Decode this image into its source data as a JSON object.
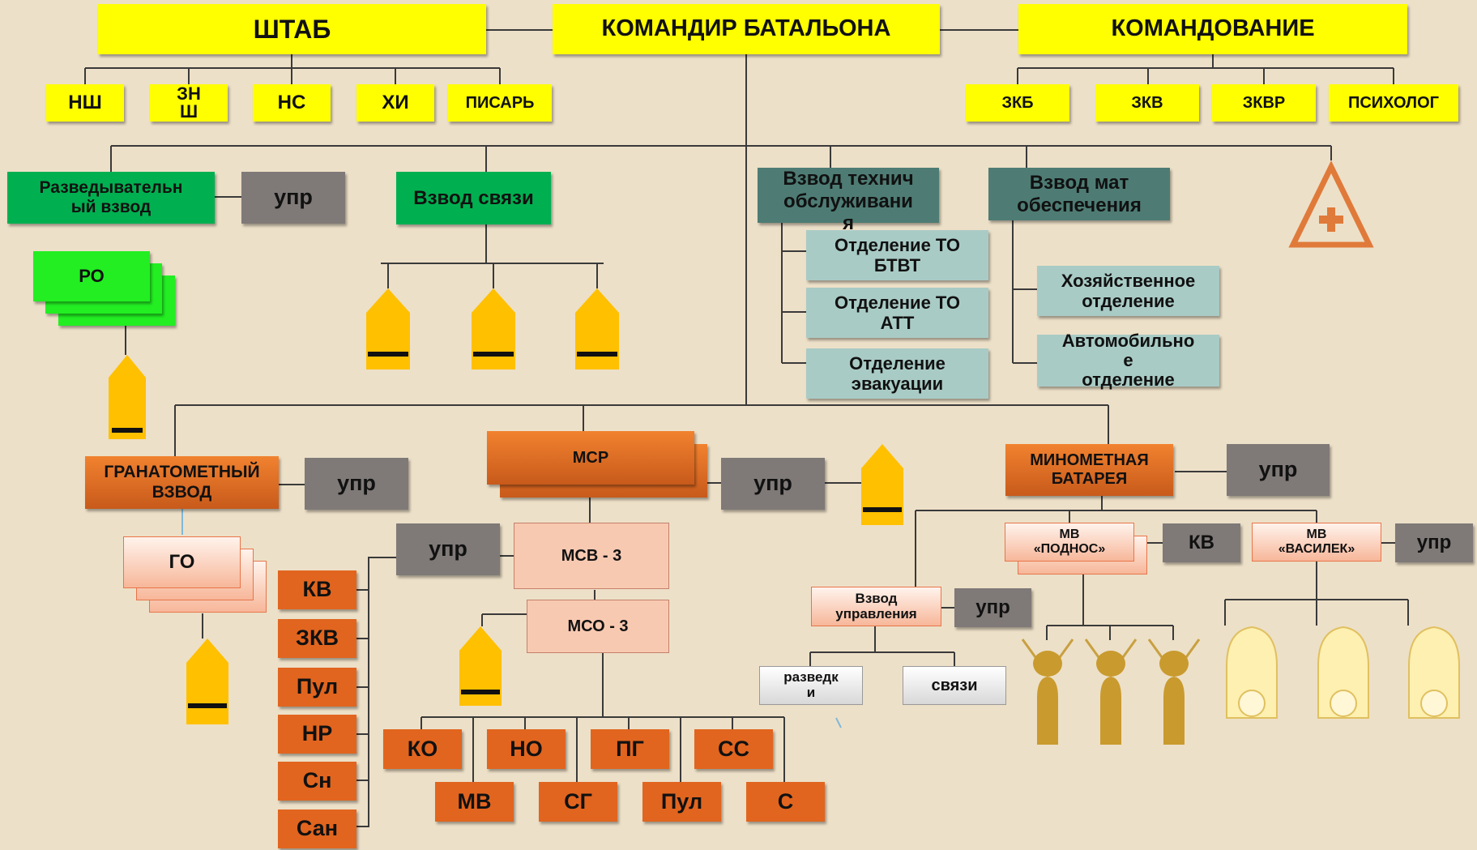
{
  "top": {
    "hq": "ШТАБ",
    "commander": "КОМАНДИР БАТАЛЬОНА",
    "command": "КОМАНДОВАНИЕ"
  },
  "hq_staff": [
    "НШ",
    "ЗН\nШ",
    "НС",
    "ХИ",
    "ПИСАРЬ"
  ],
  "command_staff": [
    "ЗКБ",
    "ЗКВ",
    "ЗКВР",
    "ПСИХОЛОГ"
  ],
  "recon": {
    "name": "Разведывательн\nый взвод",
    "upr": "упр",
    "ro": "РО"
  },
  "signal": {
    "name": "Взвод связи"
  },
  "tech": {
    "name": "Взвод технич\nобслуживани\nя",
    "sections": [
      "Отделение  ТО\nБТВТ",
      "Отделение  ТО\nАТТ",
      "Отделение\nэвакуации"
    ]
  },
  "supply": {
    "name": "Взвод мат\nобеспечения",
    "sections": [
      "Хозяйственное\nотделение",
      "Автомобильно\nе\nотделение"
    ]
  },
  "grenade": {
    "name": "ГРАНАТОМЕТНЫЙ\nВЗВОД",
    "upr": "упр",
    "go": "ГО"
  },
  "msr": {
    "name": "МСР",
    "upr": "упр",
    "msv": "МСВ - 3",
    "msv_upr": "упр",
    "mso": "МСО - 3",
    "staff": [
      "КВ",
      "ЗКВ",
      "Пул",
      "НР",
      "Сн",
      "Сан"
    ],
    "squad_row1": [
      "КО",
      "НО",
      "ПГ",
      "СС"
    ],
    "squad_row2": [
      "МВ",
      "СГ",
      "Пул",
      "С"
    ]
  },
  "mortar": {
    "name": "МИНОМЕТНАЯ\nБАТАРЕЯ",
    "upr": "упр",
    "podnos": "МВ\n«ПОДНОС»",
    "podnos_kv": "КВ",
    "vasilek": "МВ\n«ВАСИЛЕК»",
    "vasilek_upr": "упр",
    "control": "Взвод\nуправления",
    "control_upr": "упр",
    "recon": "разведк\nи",
    "signal": "связи"
  },
  "colors": {
    "background": "#ede0c8",
    "yellow": "#ffff00",
    "green": "#00b050",
    "gray": "#7f7a78",
    "teal": "#4e7c74",
    "orange": "#e1651f",
    "chevron": "#ffc000",
    "medical": "#e07a3a"
  },
  "icons": [
    "chevron-icon",
    "medical-cross-icon",
    "mortar-shell-icon",
    "mortar-bomb-icon"
  ]
}
